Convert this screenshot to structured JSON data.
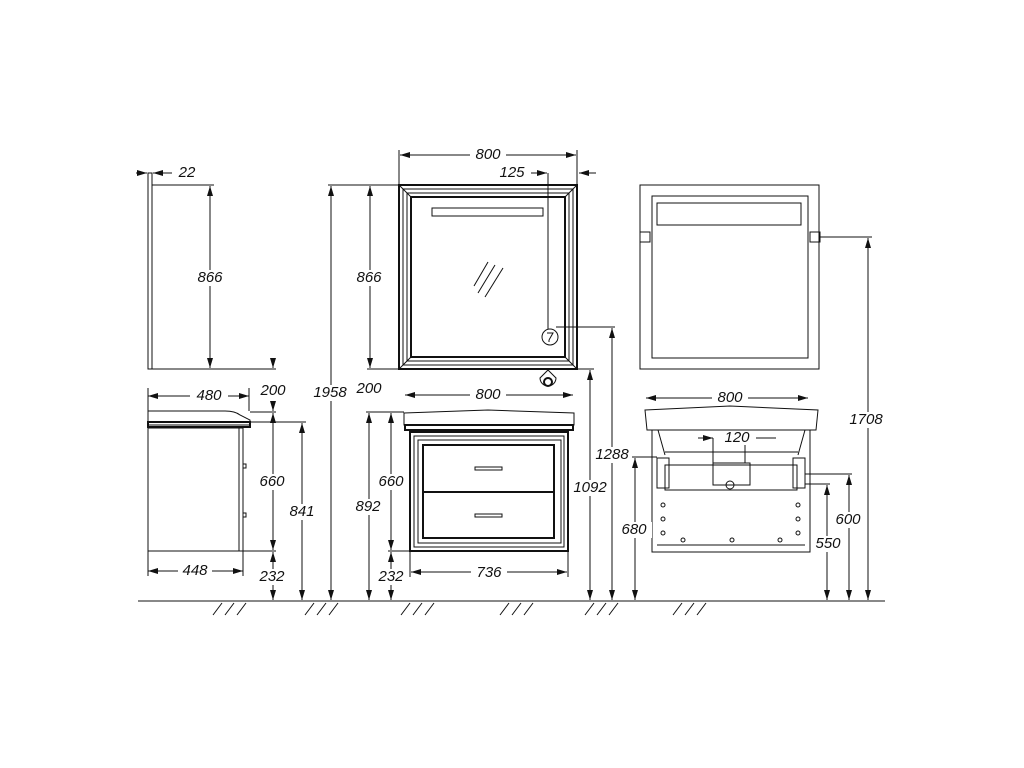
{
  "drawing": {
    "side_mirror": {
      "thickness": "22",
      "height": "866",
      "gap": "200"
    },
    "front_mirror": {
      "width": "800",
      "height": "866",
      "socket_offset": "125",
      "gap": "200"
    },
    "side_cabinet": {
      "top_depth": "480",
      "body_depth": "448",
      "body_height": "660",
      "floor_clearance": "232",
      "top_height": "841"
    },
    "overall_height": "1958",
    "front_cabinet": {
      "top_width": "800",
      "body_width": "736",
      "body_height": "660",
      "floor_clearance": "232",
      "top_height": "892",
      "mirror_bottom_height": "1092",
      "socket_height": "1288"
    },
    "rear_view": {
      "top_width": "800",
      "drain_spacing": "120",
      "mount_height": "680",
      "bracket_height": "1708",
      "pipe_height_upper": "600",
      "pipe_height_lower": "550"
    },
    "colors": {
      "line": "#111111",
      "background": "#ffffff"
    }
  }
}
